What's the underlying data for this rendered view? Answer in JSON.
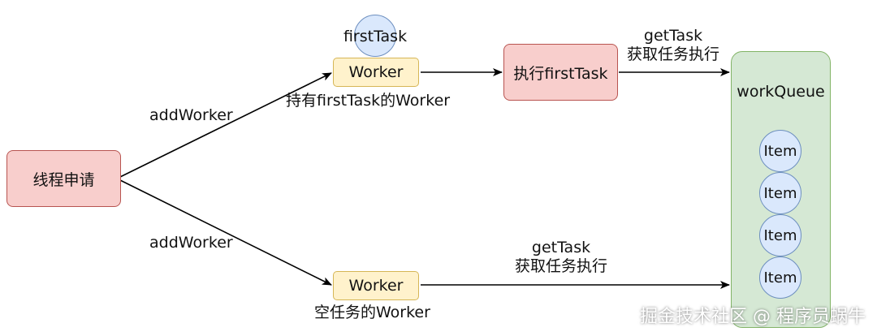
{
  "nodes": {
    "request": "线程申请",
    "worker_top": "Worker",
    "worker_bottom": "Worker",
    "first_task": "firstTask",
    "exec_first_task": "执行firstTask",
    "work_queue": "workQueue",
    "items": [
      "Item",
      "Item",
      "Item",
      "Item"
    ]
  },
  "edges": {
    "add_worker_top": "addWorker",
    "add_worker_bottom": "addWorker",
    "get_task_top": [
      "getTask",
      "获取任务执行"
    ],
    "get_task_bottom": [
      "getTask",
      "获取任务执行"
    ]
  },
  "captions": {
    "worker_top": "持有firstTask的Worker",
    "worker_bottom": "空任务的Worker"
  },
  "watermark": "掘金技术社区 @ 程序员蜗牛",
  "colors": {
    "red_fill": "#f8cecc",
    "red_stroke": "#b85450",
    "yellow_fill": "#fff2cc",
    "yellow_stroke": "#d6b656",
    "green_fill": "#d5e8d4",
    "green_stroke": "#82b366",
    "blue_fill": "#dae8fc",
    "blue_stroke": "#6c8ebf"
  }
}
